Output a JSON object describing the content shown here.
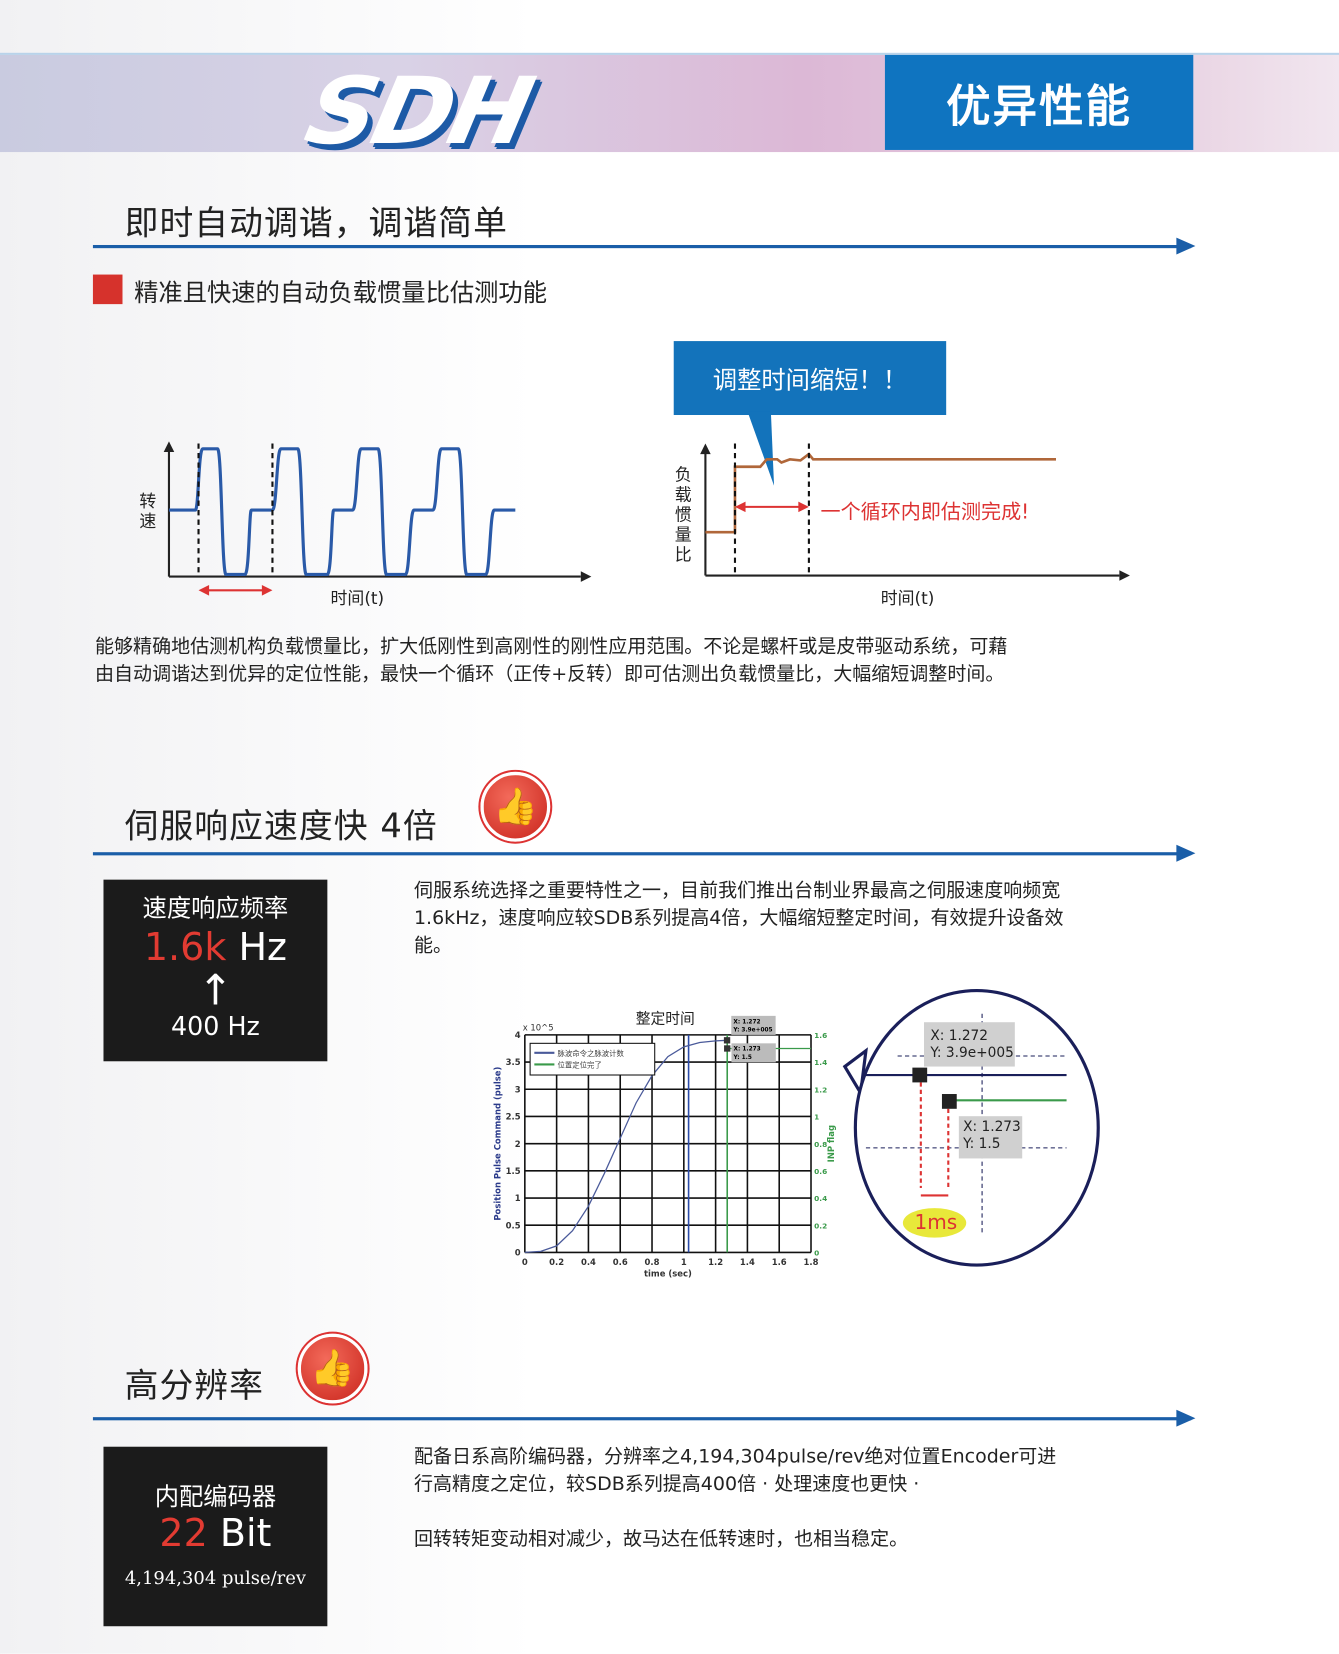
{
  "header": {
    "logo": "SDH",
    "badge": "优异性能"
  },
  "section1": {
    "title": "即时自动调谐，调谐简单",
    "subtitle": "精准且快速的自动负载惯量比估测功能",
    "left_chart": {
      "ylabel_1": "转",
      "ylabel_2": "速",
      "xlabel": "时间(t)"
    },
    "right_chart": {
      "callout": "调整时间缩短！！",
      "ylabel": [
        "负",
        "载",
        "惯",
        "量",
        "比"
      ],
      "xlabel": "时间(t)",
      "annotation": "一个循环内即估测完成!"
    },
    "paragraph_1": "能够精确地估测机构负载惯量比，扩大低刚性到高刚性的刚性应用范围。不论是螺杆或是皮带驱动系统，可藉",
    "paragraph_2": "由自动调谐达到优异的定位性能，最快一个循环（正传+反转）即可估测出负载惯量比，大幅缩短调整时间。"
  },
  "section2": {
    "title": "伺服响应速度快 4倍",
    "box": {
      "label": "速度响应频率",
      "value": "1.6k",
      "unit": "Hz",
      "old": "400 Hz"
    },
    "paragraph_1": "伺服系统选择之重要特性之一，目前我们推出台制业界最高之伺服速度响频宽",
    "paragraph_2": "1.6kHz，速度响应较SDB系列提高4倍，大幅缩短整定时间，有效提升设备效",
    "paragraph_3": "能。",
    "inset": {
      "tip1_x": "X: 1.272",
      "tip1_y": "Y: 3.9e+005",
      "tip2_x": "X: 1.273",
      "tip2_y": "Y: 1.5",
      "delta": "1ms"
    }
  },
  "section3": {
    "title": "高分辨率",
    "box": {
      "label": "内配编码器",
      "value": "22",
      "unit": "Bit",
      "sub": "4,194,304 pulse/rev"
    },
    "paragraph_1": "配备日系高阶编码器，分辨率之4,194,304pulse/rev绝对位置Encoder可进",
    "paragraph_2": "行高精度之定位，较SDB系列提高400倍 · 处理速度也更快 ·",
    "paragraph_3": "回转转矩变动相对减少，故马达在低转速时，也相当稳定。"
  },
  "chart_data": {
    "type": "line",
    "title": "整定时间",
    "xlabel": "time (sec)",
    "ylabel": "Position Pulse Command (pulse)",
    "y2label": "INP flag",
    "y_multiplier": "x 10^5",
    "xlim": [
      0,
      1.8
    ],
    "ylim": [
      0,
      4
    ],
    "y2lim": [
      0,
      1.6
    ],
    "xticks": [
      "0",
      "0.2",
      "0.4",
      "0.6",
      "0.8",
      "1",
      "1.2",
      "1.4",
      "1.6",
      "1.8"
    ],
    "yticks": [
      "0",
      "0.5",
      "1",
      "1.5",
      "2",
      "2.5",
      "3",
      "3.5",
      "4"
    ],
    "y2ticks": [
      "0",
      "0.2",
      "0.4",
      "0.6",
      "0.8",
      "1",
      "1.2",
      "1.4",
      "1.6"
    ],
    "grid": true,
    "legend": "top-left",
    "series": [
      {
        "name": "脉波命令之脉波计数",
        "color": "#4a5a9a",
        "x": [
          0,
          0.1,
          0.2,
          0.3,
          0.4,
          0.5,
          0.6,
          0.7,
          0.8,
          0.9,
          1.0,
          1.1,
          1.2,
          1.272
        ],
        "y": [
          0,
          0.02,
          0.12,
          0.4,
          0.85,
          1.45,
          2.1,
          2.75,
          3.25,
          3.6,
          3.78,
          3.86,
          3.89,
          3.9
        ]
      },
      {
        "name": "位置定位完了",
        "color": "#3a9a4a",
        "x": [
          1.273,
          1.8
        ],
        "y2": [
          1.5,
          1.5
        ]
      }
    ],
    "markers": [
      {
        "x": 1.272,
        "y": 3.9,
        "label_x": "X: 1.272",
        "label_y": "Y: 3.9e+005"
      },
      {
        "x": 1.273,
        "y2": 1.5,
        "label_x": "X: 1.273",
        "label_y": "Y: 1.5"
      }
    ],
    "vlines": [
      {
        "x": 1.03,
        "color": "#2a4aa8"
      },
      {
        "x": 1.273,
        "color": "#3a9a4a"
      }
    ]
  }
}
